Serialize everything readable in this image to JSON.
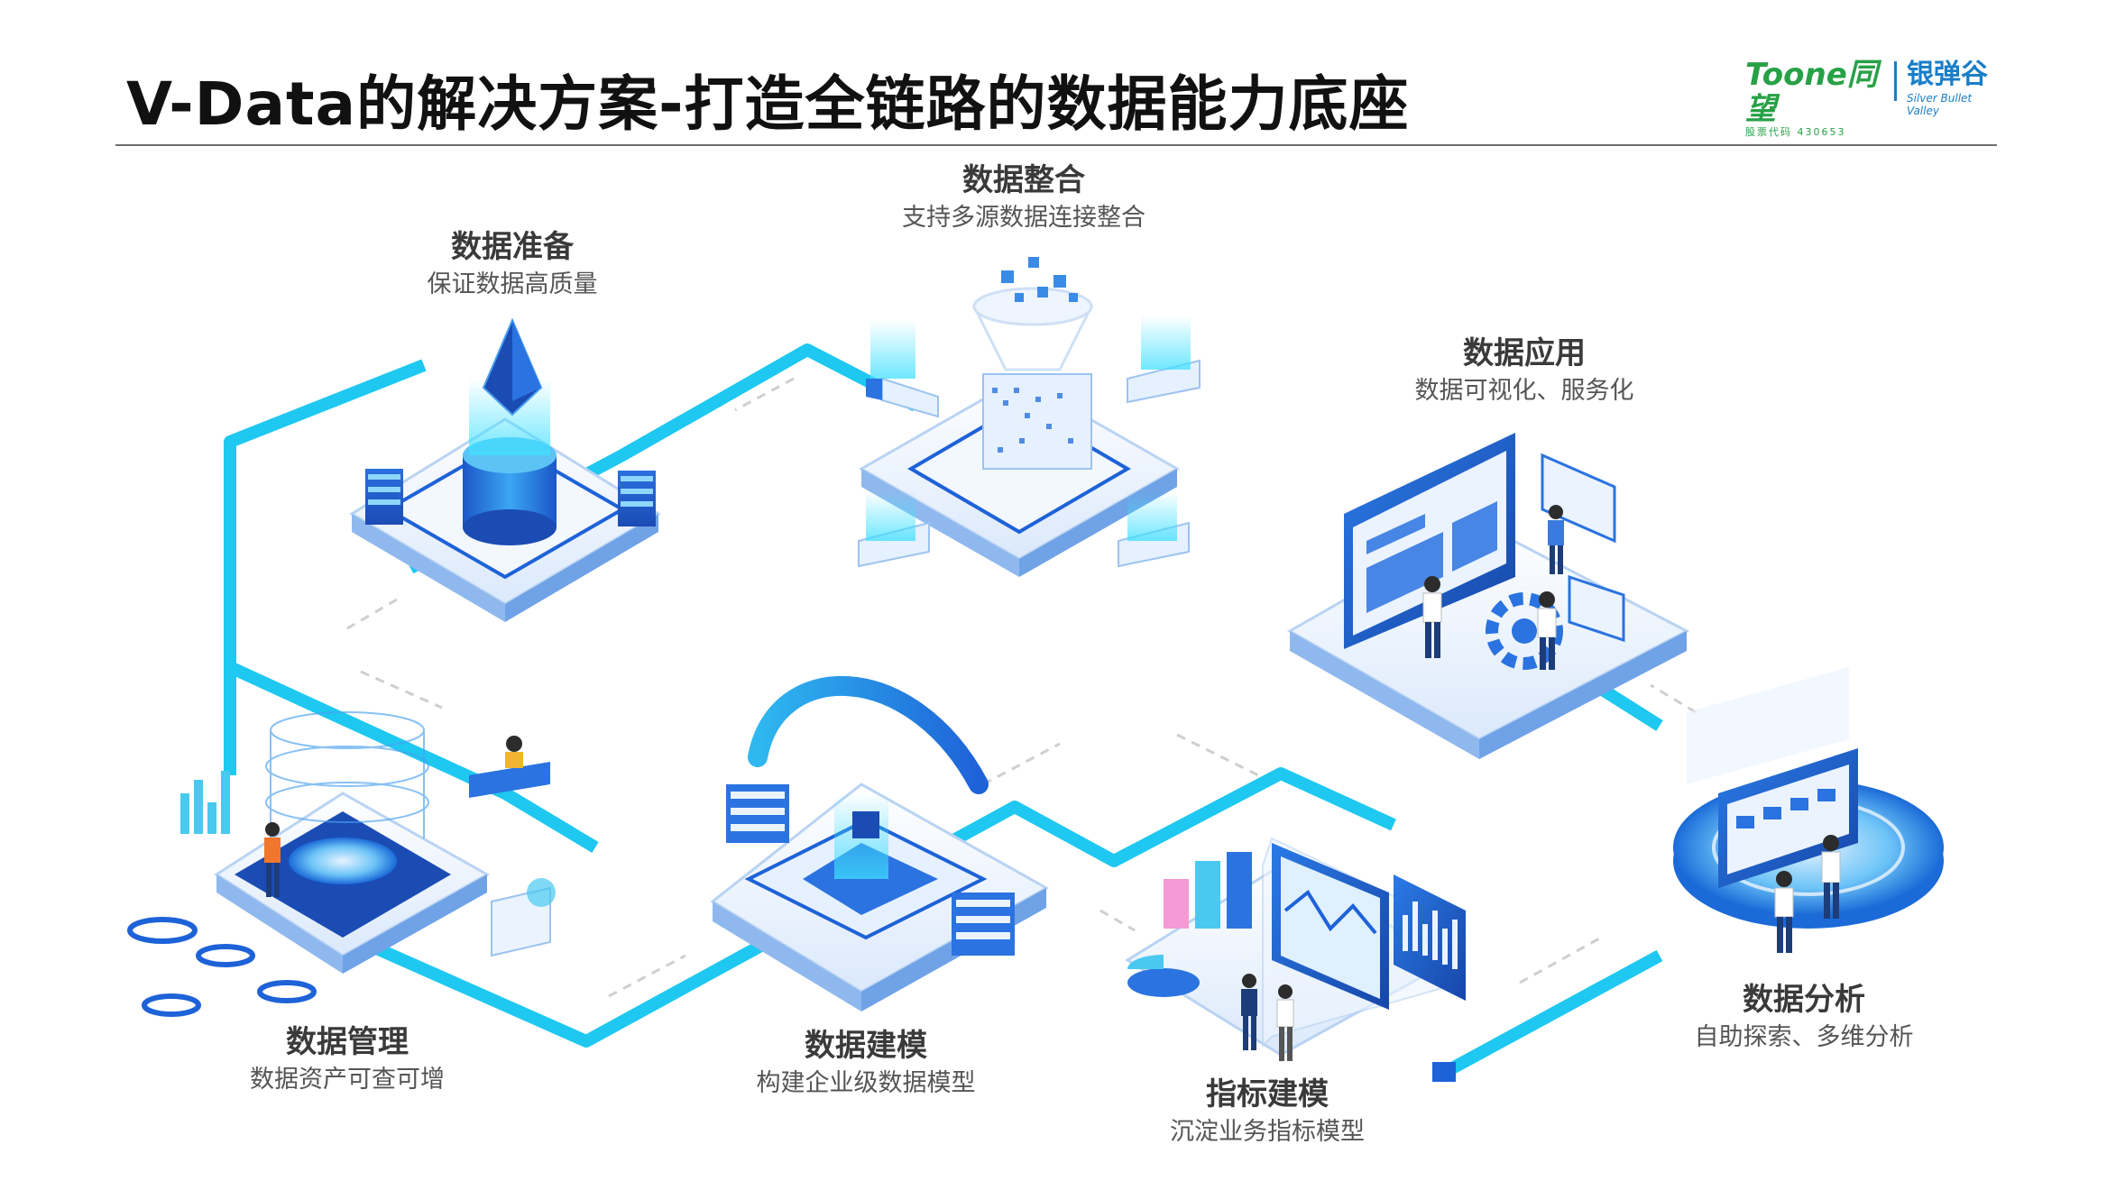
{
  "title": "V-Data的解决方案-打造全链路的数据能力底座",
  "logos": {
    "toone": {
      "main": "Toone同望",
      "sub": "股票代码 430653"
    },
    "silver": {
      "main": "银弹谷",
      "sub": "Silver Bullet Valley"
    }
  },
  "colors": {
    "path": "#1ec8f0",
    "accent": "#1b5fd6",
    "platform": "#e9f2fd"
  },
  "nodes": {
    "integration": {
      "title": "数据整合",
      "desc": "支持多源数据连接整合"
    },
    "preparation": {
      "title": "数据准备",
      "desc": "保证数据高质量"
    },
    "application": {
      "title": "数据应用",
      "desc": "数据可视化、服务化"
    },
    "management": {
      "title": "数据管理",
      "desc": "数据资产可查可增"
    },
    "modeling": {
      "title": "数据建模",
      "desc": "构建企业级数据模型"
    },
    "metric": {
      "title": "指标建模",
      "desc": "沉淀业务指标模型"
    },
    "analysis": {
      "title": "数据分析",
      "desc": "自助探索、多维分析"
    }
  }
}
